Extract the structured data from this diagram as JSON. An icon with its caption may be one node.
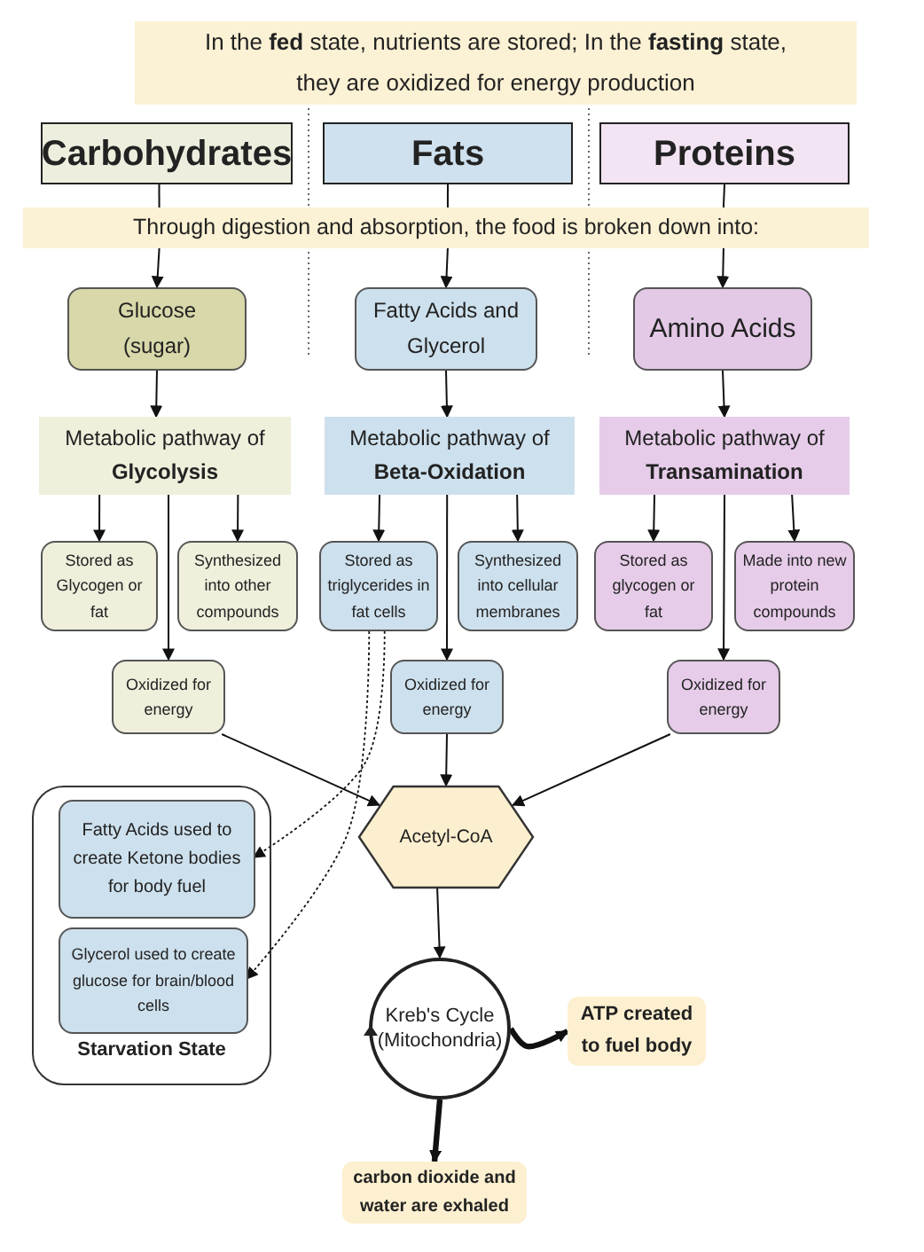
{
  "diagram": {
    "nodes": [
      {
        "text": [
          "In the **fed** state, nutrients are stored; In the **fasting** state, they are oxidized for energy production"
        ]
      },
      {
        "text": [
          "Carbohydrates"
        ]
      },
      {
        "text": [
          "Fats"
        ]
      },
      {
        "text": [
          "Proteins"
        ]
      },
      {
        "text": [
          "Through digestion and absorption, the food is broken down into:"
        ]
      },
      {
        "text": [
          "Glucose (sugar)"
        ]
      },
      {
        "text": [
          "Fatty Acids and Glycerol"
        ]
      },
      {
        "text": [
          "Amino Acids"
        ]
      },
      {
        "text": [
          "Metabolic pathway of **Glycolysis**"
        ]
      },
      {
        "text": [
          "Metabolic pathway of **Beta-Oxidation**"
        ]
      },
      {
        "text": [
          "Metabolic pathway of **Transamination**"
        ]
      },
      {
        "text": [
          "Stored as Glycogen or fat"
        ]
      },
      {
        "text": [
          "Synthesized into other compounds"
        ]
      },
      {
        "text": [
          "Stored as triglycerides in fat cells"
        ]
      },
      {
        "text": [
          "Synthesized into cellular membranes"
        ]
      },
      {
        "text": [
          "Stored as glycogen or fat"
        ]
      },
      {
        "text": [
          "Made into new protein compounds"
        ]
      },
      {
        "text": [
          "Oxidized for energy"
        ]
      },
      {
        "text": [
          "Oxidized for energy"
        ]
      },
      {
        "text": [
          "Oxidized for energy"
        ]
      },
      {
        "text": [
          "Acetyl-CoA"
        ]
      },
      {
        "text": [
          "Starvation State"
        ]
      },
      {
        "text": [
          "Fatty Acids used to create Ketone bodies for body fuel"
        ],
        "in": 21
      },
      {
        "text": [
          "Glycerol used to create glucose for brain/blood cells"
        ],
        "in": 21
      },
      {
        "text": [
          "Kreb's Cycle (Mitochondria)"
        ]
      },
      {
        "text": [
          "ATP created to fuel body"
        ]
      },
      {
        "text": [
          "carbon dioxide and water are exhaled"
        ]
      }
    ],
    "edges": [
      {
        "from": 1,
        "to": 4,
        "arrow": "none"
      },
      {
        "from": 4,
        "to": 5,
        "arrow": "to"
      },
      {
        "from": 2,
        "to": 4,
        "arrow": "none"
      },
      {
        "from": 4,
        "to": 6,
        "arrow": "to"
      },
      {
        "from": 3,
        "to": 4,
        "arrow": "none"
      },
      {
        "from": 4,
        "to": 7,
        "arrow": "to"
      },
      {
        "from": 5,
        "to": 8,
        "arrow": "to"
      },
      {
        "from": 6,
        "to": 9,
        "arrow": "to"
      },
      {
        "from": 7,
        "to": 10,
        "arrow": "to"
      },
      {
        "from": 8,
        "to": 11,
        "arrow": "to"
      },
      {
        "from": 8,
        "to": 12,
        "arrow": "to"
      },
      {
        "from": 8,
        "to": 17,
        "arrow": "to"
      },
      {
        "from": 9,
        "to": 13,
        "arrow": "to"
      },
      {
        "from": 9,
        "to": 14,
        "arrow": "to"
      },
      {
        "from": 9,
        "to": 18,
        "arrow": "to"
      },
      {
        "from": 10,
        "to": 15,
        "arrow": "to"
      },
      {
        "from": 10,
        "to": 16,
        "arrow": "to"
      },
      {
        "from": 10,
        "to": 19,
        "arrow": "to"
      },
      {
        "from": 17,
        "to": 20,
        "arrow": "to"
      },
      {
        "from": 18,
        "to": 20,
        "arrow": "to"
      },
      {
        "from": 19,
        "to": 20,
        "arrow": "to"
      },
      {
        "from": 13,
        "to": 22,
        "arrow": "to",
        "style": "dashed"
      },
      {
        "from": 13,
        "to": 23,
        "arrow": "to",
        "style": "dashed"
      },
      {
        "from": 20,
        "to": 24,
        "arrow": "to"
      },
      {
        "from": 24,
        "to": 25,
        "arrow": "to",
        "style": "thick"
      },
      {
        "from": 24,
        "to": 26,
        "arrow": "to",
        "style": "thick"
      }
    ]
  }
}
